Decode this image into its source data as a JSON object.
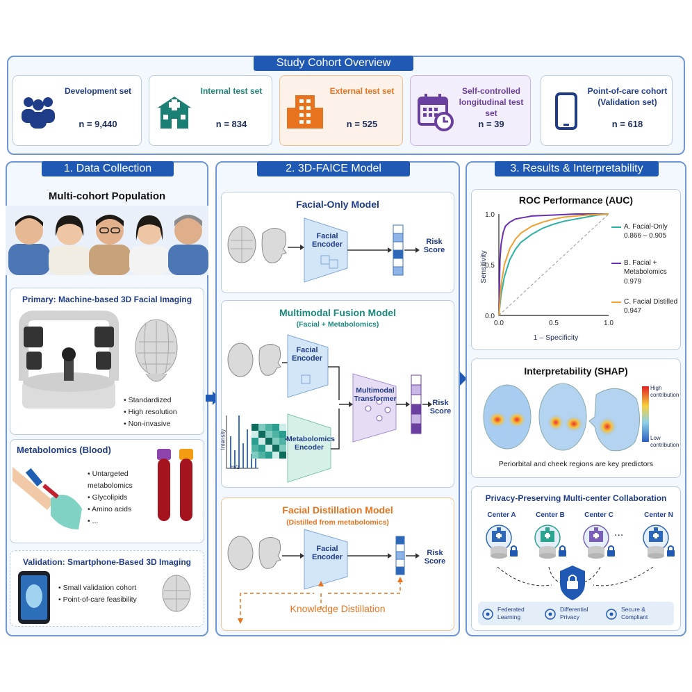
{
  "overview": {
    "title": "Study Cohort Overview",
    "cohorts": [
      {
        "name": "Development set",
        "n": "n = 9,440",
        "color": "#1f3c88",
        "icon": "people-icon"
      },
      {
        "name": "Internal test set",
        "n": "n = 834",
        "color": "#1a7f74",
        "icon": "hospital-icon"
      },
      {
        "name": "External test set",
        "n": "n = 525",
        "color": "#e8731f",
        "icon": "building-icon"
      },
      {
        "name": "Self-controlled longitudinal test set",
        "n": "n = 39",
        "color": "#6b3fa0",
        "icon": "calendar-clock-icon"
      },
      {
        "name": "Point-of-care cohort (Validation set)",
        "n": "n = 618",
        "color": "#1f3c88",
        "icon": "smartphone-icon"
      }
    ]
  },
  "collection": {
    "title": "1. Data Collection",
    "population": "Multi-cohort Population",
    "primary": {
      "title": "Primary: Machine-based 3D Facial Imaging",
      "bullets": [
        "Standardized",
        "High resolution",
        "Non-invasive"
      ]
    },
    "metabolomics": {
      "title": "Metabolomics (Blood)",
      "bullets": [
        "Untargeted metabolomics",
        "Glycolipids",
        "Amino acids",
        "..."
      ]
    },
    "validation": {
      "title": "Validation: Smartphone-Based 3D Imaging",
      "bullets": [
        "Small validation cohort",
        "Point-of-care feasibility"
      ]
    }
  },
  "model": {
    "title": "2. 3D-FAICE Model",
    "facial_only": {
      "title": "Facial-Only Model",
      "encoder": "Facial Encoder",
      "output": "Risk Score"
    },
    "fusion": {
      "title": "Multimodal Fusion Model",
      "subtitle": "(Facial + Metabolomics)",
      "facial_encoder": "Facial Encoder",
      "metab_encoder": "Metabolomics Encoder",
      "transformer": "Multimodal Transformer",
      "output": "Risk Score",
      "y_axis": "Intensity",
      "x_axis": "m/z"
    },
    "distill": {
      "title": "Facial Distillation Model",
      "subtitle": "(Distilled from metabolomics)",
      "encoder": "Facial Encoder",
      "output": "Risk Score",
      "kd": "Knowledge Distillation"
    }
  },
  "results": {
    "title": "3. Results & Interpretability",
    "roc": {
      "title": "ROC Performance (AUC)",
      "legend": [
        {
          "label": "A. Facial-Only",
          "value": "0.866 – 0.905",
          "color": "#2bb0a6"
        },
        {
          "label": "B. Facial + Metabolomics",
          "value": "0.979",
          "color": "#6a2fb0"
        },
        {
          "label": "C. Facial Distilled",
          "value": "0.947",
          "color": "#f0a030"
        }
      ]
    },
    "shap": {
      "title": "Interpretability (SHAP)",
      "high": "High contribution",
      "low": "Low contribution",
      "caption": "Periorbital and cheek regions are key predictors"
    },
    "privacy": {
      "title": "Privacy-Preserving Multi-center Collaboration",
      "centers": [
        "Center A",
        "Center B",
        "Center C",
        "Center N"
      ],
      "ellipsis": "...",
      "badges": [
        "Federated Learning",
        "Differential Privacy",
        "Secure & Compliant"
      ]
    }
  },
  "chart_data": {
    "type": "line",
    "title": "ROC Performance (AUC)",
    "xlabel": "1 – Specificity",
    "ylabel": "Sensitivity",
    "xlim": [
      0,
      1
    ],
    "ylim": [
      0,
      1
    ],
    "xticks": [
      "0.0",
      "0.5",
      "1.0"
    ],
    "yticks": [
      "0.0",
      "0.5",
      "1.0"
    ],
    "series": [
      {
        "name": "A. Facial-Only",
        "color": "#2bb0a6",
        "x": [
          0,
          0.02,
          0.05,
          0.1,
          0.15,
          0.2,
          0.3,
          0.4,
          0.5,
          0.6,
          0.7,
          0.8,
          0.9,
          1.0
        ],
        "y": [
          0,
          0.2,
          0.38,
          0.55,
          0.65,
          0.72,
          0.8,
          0.86,
          0.9,
          0.93,
          0.95,
          0.97,
          0.99,
          1.0
        ]
      },
      {
        "name": "B. Facial + Metabolomics",
        "color": "#6a2fb0",
        "x": [
          0,
          0.01,
          0.02,
          0.04,
          0.06,
          0.1,
          0.15,
          0.2,
          0.3,
          0.5,
          0.7,
          1.0
        ],
        "y": [
          0,
          0.55,
          0.7,
          0.82,
          0.88,
          0.92,
          0.95,
          0.96,
          0.98,
          0.99,
          1.0,
          1.0
        ]
      },
      {
        "name": "C. Facial Distilled",
        "color": "#f0a030",
        "x": [
          0,
          0.02,
          0.05,
          0.1,
          0.15,
          0.2,
          0.3,
          0.4,
          0.5,
          0.6,
          0.8,
          1.0
        ],
        "y": [
          0,
          0.3,
          0.5,
          0.66,
          0.75,
          0.81,
          0.88,
          0.92,
          0.95,
          0.97,
          0.99,
          1.0
        ]
      }
    ]
  }
}
